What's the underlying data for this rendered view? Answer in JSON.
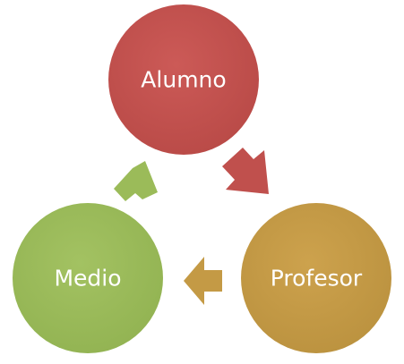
{
  "diagram": {
    "type": "cycle",
    "nodes": [
      {
        "id": "alumno",
        "label": "Alumno",
        "color": "#c0504d"
      },
      {
        "id": "profesor",
        "label": "Profesor",
        "color": "#c49a45"
      },
      {
        "id": "medio",
        "label": "Medio",
        "color": "#9bbb59"
      }
    ],
    "arrows": [
      {
        "from": "alumno",
        "to": "profesor",
        "color": "#c0504d"
      },
      {
        "from": "profesor",
        "to": "medio",
        "color": "#c49a45"
      },
      {
        "from": "medio",
        "to": "alumno",
        "color": "#9bbb59"
      }
    ]
  }
}
